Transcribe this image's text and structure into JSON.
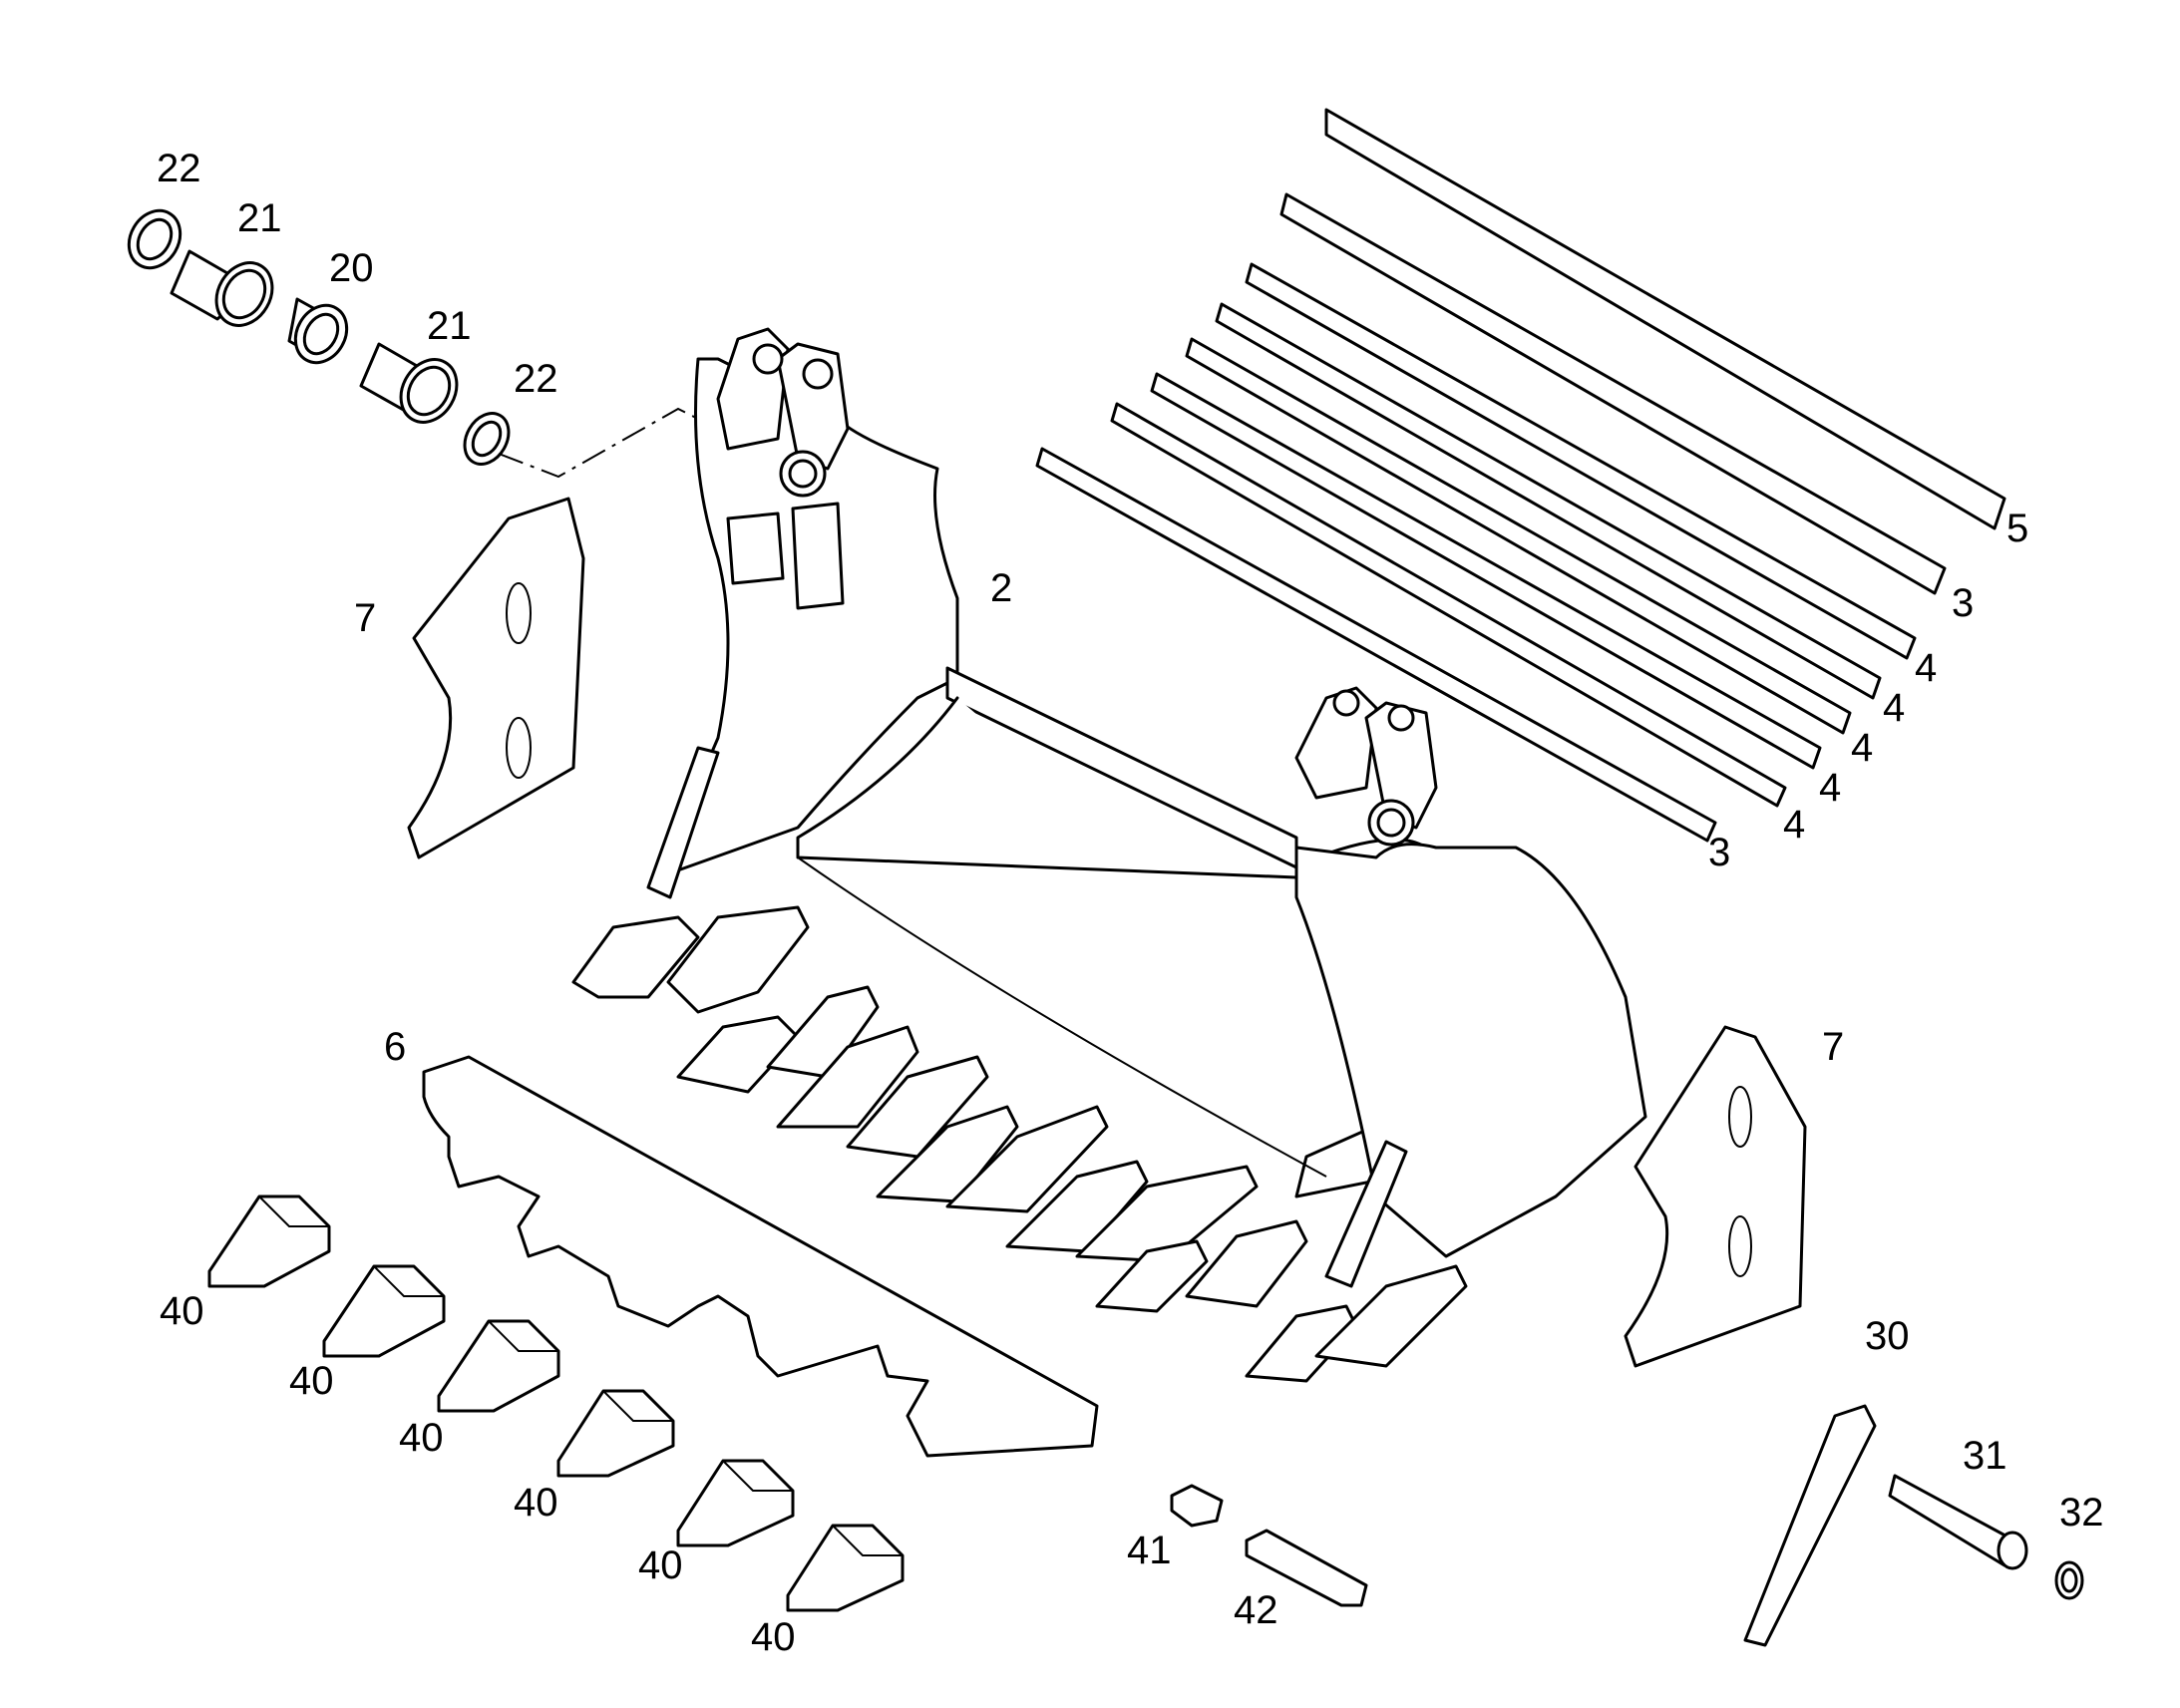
{
  "diagram": {
    "line_color": "#000000",
    "background": "#ffffff",
    "callouts": {
      "c22a": "22",
      "c21a": "21",
      "c20": "20",
      "c21b": "21",
      "c22b": "22",
      "c2": "2",
      "c5": "5",
      "c3a": "3",
      "c4a": "4",
      "c4b": "4",
      "c4c": "4",
      "c4d": "4",
      "c4e": "4",
      "c3b": "3",
      "c7a": "7",
      "c7b": "7",
      "c6": "6",
      "c40a": "40",
      "c40b": "40",
      "c40c": "40",
      "c40d": "40",
      "c40e": "40",
      "c40f": "40",
      "c41": "41",
      "c42": "42",
      "c30": "30",
      "c31": "31",
      "c32": "32"
    }
  }
}
